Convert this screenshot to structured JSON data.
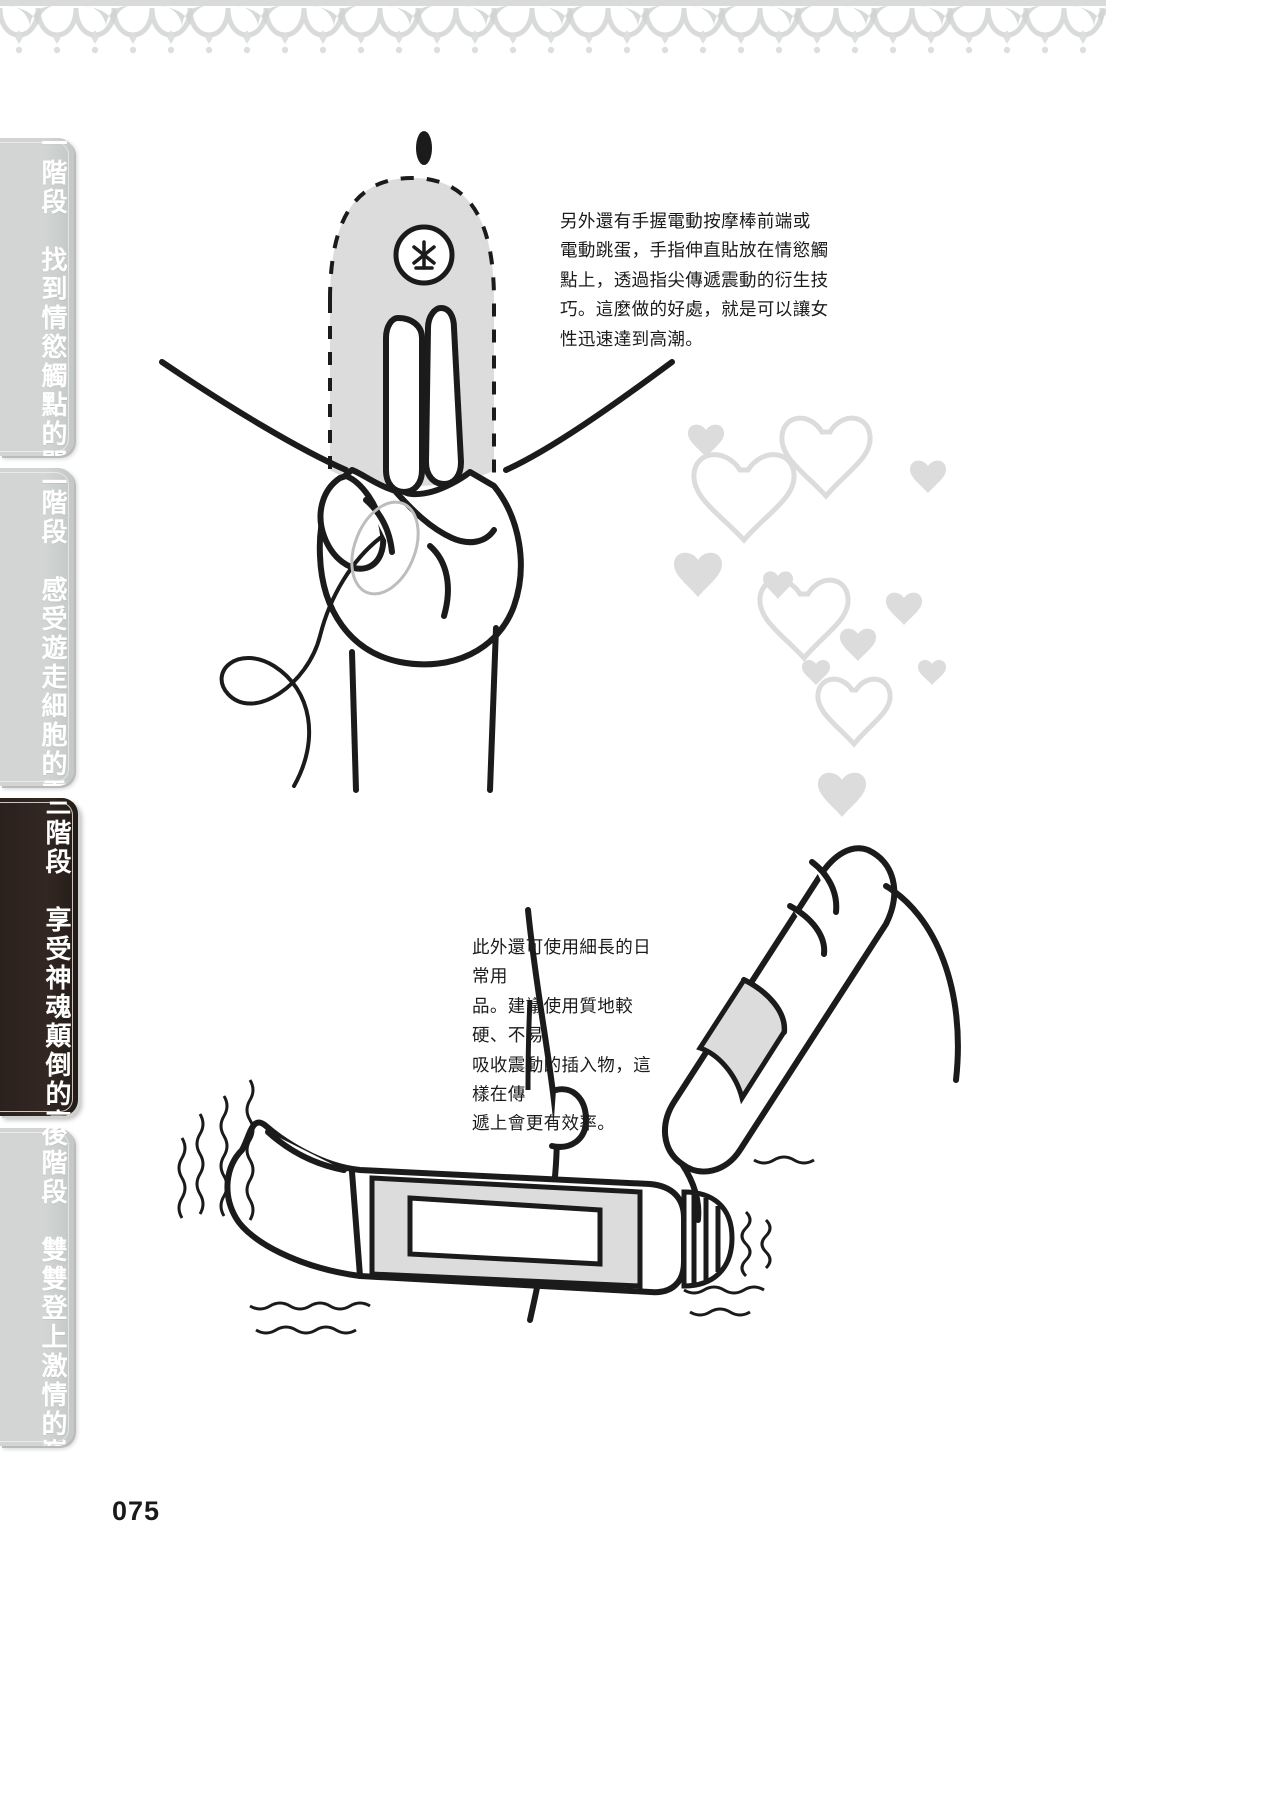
{
  "page": {
    "number": "075",
    "background_color": "#ffffff",
    "ink_color": "#1b1b1b",
    "accent_color": "#2b211d",
    "tab_color": "#d2d5d4"
  },
  "sidebar": {
    "name": "stage-tabs",
    "items": [
      {
        "id": "stage-1",
        "label": "第一階段　找到情慾觸點的開關",
        "active": false
      },
      {
        "id": "stage-2",
        "label": "第二階段　感受遊走細胞的電流",
        "active": false
      },
      {
        "id": "stage-3",
        "label": "第三階段　享受神魂顛倒的高潮",
        "active": true
      },
      {
        "id": "stage-4",
        "label": "最後階段　雙雙登上激情的巔峰",
        "active": false
      }
    ]
  },
  "callouts": [
    {
      "id": "callout-vibrator-fingertip",
      "text": "另外還有手握電動按摩棒前端或\n電動跳蛋，手指伸直貼放在情慾觸\n點上，透過指尖傳遞震動的衍生技\n巧。這麼做的好處，就是可以讓女\n性迅速達到高潮。"
    },
    {
      "id": "callout-everyday-objects",
      "text": "此外還可使用細長的日常用\n品。建議使用質地較硬、不易\n吸收震動的插入物，這樣在傳\n遞上會更有效率。"
    }
  ],
  "illustrations": [
    {
      "id": "illustration-hand-fingers-vibrator",
      "caption_ref": "callout-vibrator-fingertip",
      "glyph": "female-symbol-in-circle",
      "decoration": "hearts-cluster"
    },
    {
      "id": "illustration-slim-everyday-object",
      "caption_ref": "callout-everyday-objects",
      "decoration": "vibration-wavy-lines"
    }
  ],
  "ornament": {
    "name": "top-border-ornament",
    "color": "#d6d9d8",
    "repeat_count": 14
  }
}
